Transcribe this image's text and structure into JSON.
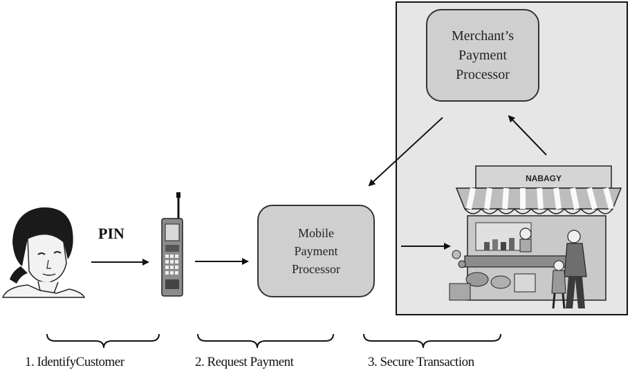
{
  "merchant_processor": {
    "label": "Merchant’s\nPayment\nProcessor"
  },
  "mobile_processor": {
    "label": "Mobile\nPayment\nProcessor"
  },
  "pin_label": "PIN",
  "shop_sign": "NABAGY",
  "steps": [
    {
      "label": "1. IdentifyCustomer"
    },
    {
      "label": "2. Request Payment"
    },
    {
      "label": "3. Secure Transaction"
    }
  ],
  "colors": {
    "processor_fill": "#cfcfcf",
    "panel_fill": "#e6e6e6",
    "ink": "#111111"
  }
}
